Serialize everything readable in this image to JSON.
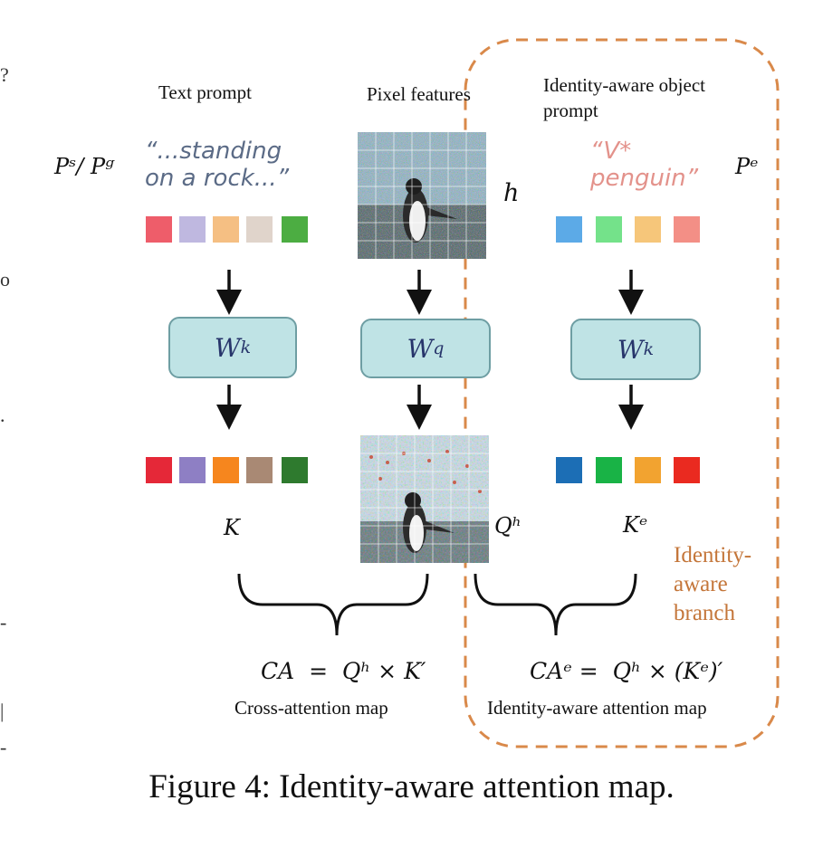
{
  "margin_marks": [
    "?",
    "o",
    ".",
    "-",
    "|",
    "-"
  ],
  "labels": {
    "text_prompt": "Text prompt",
    "pixel_features": "Pixel features",
    "identity_prompt_line1": "Identity-aware object",
    "identity_prompt_line2": "prompt",
    "ps_pg": "Pˢ/ Pᵍ",
    "pe": "Pᵉ",
    "h": "h",
    "text_quote_line1": "“...standing",
    "text_quote_line2": "on a rock...”",
    "identity_quote_line1": "“V*",
    "identity_quote_line2": "penguin”",
    "K": "K",
    "Qh": "Qʰ",
    "Ke": "Kᵉ",
    "identity_branch_line1": "Identity-",
    "identity_branch_line2": "aware",
    "identity_branch_line3": "branch",
    "ca_formula": "CA  =  Qʰ × K′",
    "cae_formula": "CAᵉ =  Qʰ × (Kᵉ)′",
    "cross_attention_map": "Cross-attention map",
    "identity_attention_map": "Identity-aware attention map"
  },
  "weights": {
    "left": {
      "base": "W",
      "sub": "k"
    },
    "middle": {
      "base": "W",
      "sub": "q"
    },
    "right": {
      "base": "W",
      "sub": "k"
    }
  },
  "colors": {
    "text_tokens_light": [
      "#ee5d6a",
      "#bfb8e0",
      "#f5bf83",
      "#e0d4cb",
      "#4cad42"
    ],
    "text_tokens_dark": [
      "#e52838",
      "#8e7fc4",
      "#f6861e",
      "#a98974",
      "#2e7a2e"
    ],
    "identity_tokens_light": [
      "#5caae7",
      "#74e28a",
      "#f6c67a",
      "#f38f86"
    ],
    "identity_tokens_dark": [
      "#1c6eb5",
      "#19b346",
      "#f2a330",
      "#ea2a20"
    ],
    "dashed_border": "#d9894a",
    "branch_text": "#c4763a",
    "weight_box_fill": "#bfe3e5",
    "weight_box_border": "#6e9ea3",
    "text_quote": "#5b6b86",
    "identity_quote": "#e3928b"
  },
  "caption": "Figure 4: Identity-aware attention map."
}
